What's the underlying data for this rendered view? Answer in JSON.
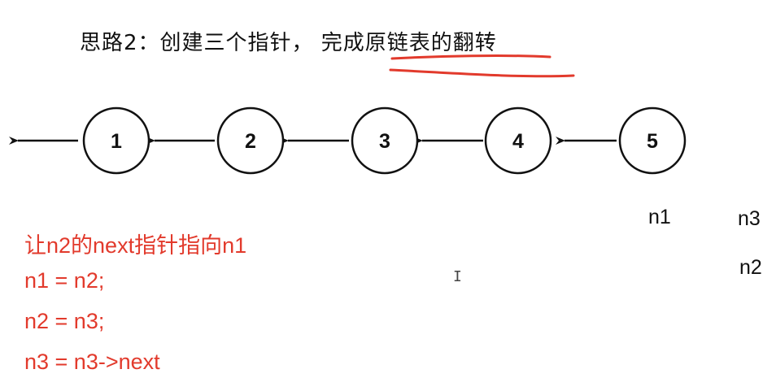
{
  "title": "思路2：创建三个指针， 完成原链表的翻转",
  "nodes": [
    "1",
    "2",
    "3",
    "4",
    "5"
  ],
  "pointers": {
    "n1": "n1",
    "n3": "n3",
    "n2": "n2"
  },
  "code_lines": [
    "让n2的next指针指向n1",
    "n1 = n2;",
    "n2 = n3;",
    "n3 = n3->next"
  ],
  "colors": {
    "code": "#e23a2c",
    "underline": "#e23a2c",
    "ink": "#111111"
  },
  "icons": {
    "cursor": "text-cursor-icon"
  }
}
